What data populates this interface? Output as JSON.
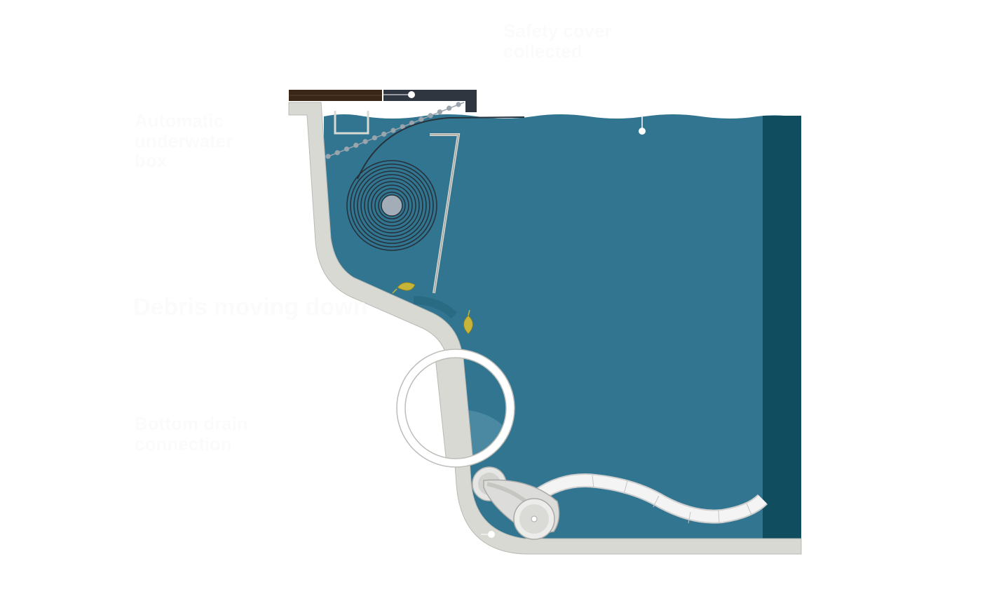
{
  "colors": {
    "background": "#ffffff",
    "water": "#317591",
    "water_dark": "#0f4d5f",
    "pool_wall": "#d9d9d4",
    "pool_wall_edge": "#b9b9b4",
    "deck_wood": "#3a2617",
    "deck_lid": "#2f3640",
    "cover_line": "#26323c",
    "chain_beads": "#9aa4ad",
    "roller_core": "#a2adb8",
    "hose": "#eeeeee",
    "leaf": "#c7b53a",
    "callout_dot": "#ffffff",
    "faint_label": "#fbfbfb"
  },
  "icons": {
    "deck": "wood-deck-slab",
    "cover_box": "cover-lid-box",
    "roller": "coiled-cover-roll",
    "chain": "bead-chain",
    "skimmer": "skimmer-bracket",
    "strap": "cover-strap",
    "leaf": "floating-leaf-icon",
    "magnifier": "detail-circle",
    "cleaner": "pool-cleaner-robot",
    "hose": "cleaner-hose"
  },
  "labels": [
    {
      "id": "top-right-title",
      "text": "Safety cover\ncollected",
      "size": "small"
    },
    {
      "id": "left-upper",
      "text": "Automatic\nunderwater\nbox",
      "size": "small"
    },
    {
      "id": "left-middle",
      "text": "Debris moving down",
      "size": "large"
    },
    {
      "id": "left-lower",
      "text": "Bottom drain\nconnection",
      "size": "small"
    }
  ]
}
